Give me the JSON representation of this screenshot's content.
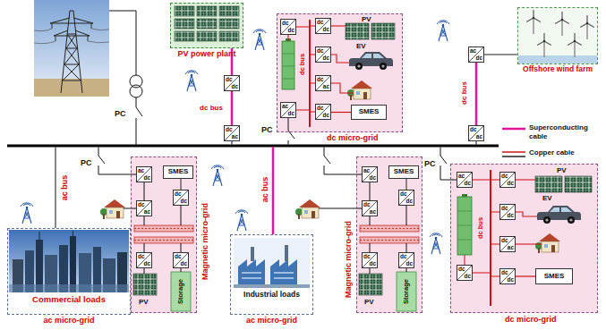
{
  "diagram": {
    "nodes": [
      {
        "text": [
          "PV power plant"
        ]
      },
      {
        "text": [
          "dc",
          "dc"
        ]
      },
      {
        "text": [
          "dc",
          "ac"
        ]
      },
      {
        "text": [
          "dc micro-grid"
        ]
      },
      {
        "text": [
          "dc",
          "dc"
        ],
        "in": 3
      },
      {
        "text": [
          "dc",
          "dc"
        ],
        "in": 3
      },
      {
        "text": [
          "dc",
          "dc"
        ],
        "in": 3
      },
      {
        "text": [
          "dc",
          "ac"
        ],
        "in": 3
      },
      {
        "text": [
          "ac",
          "dc"
        ],
        "in": 3
      },
      {
        "text": [
          "dc",
          "dc"
        ],
        "in": 3
      },
      {
        "text": [
          "SMES"
        ],
        "in": 3
      },
      {
        "text": [
          "Offshore wind farm"
        ]
      },
      {
        "text": [
          "ac",
          "dc"
        ]
      },
      {
        "text": [
          "dc",
          "ac"
        ]
      },
      {
        "text": [
          "Magnetic micro-grid"
        ]
      },
      {
        "text": [
          "ac",
          "dc"
        ],
        "in": 14
      },
      {
        "text": [
          "SMES"
        ],
        "in": 14
      },
      {
        "text": [
          "dc",
          "dc"
        ],
        "in": 14
      },
      {
        "text": [
          "dc",
          "ac"
        ],
        "in": 14
      },
      {
        "text": [
          "dc",
          "dc"
        ],
        "in": 14
      },
      {
        "text": [
          "dc",
          "dc"
        ],
        "in": 14
      },
      {
        "text": [
          "Magnetic micro-grid"
        ]
      },
      {
        "text": [
          "ac",
          "dc"
        ],
        "in": 21
      },
      {
        "text": [
          "SMES"
        ],
        "in": 21
      },
      {
        "text": [
          "dc",
          "dc"
        ],
        "in": 21
      },
      {
        "text": [
          "dc",
          "ac"
        ],
        "in": 21
      },
      {
        "text": [
          "dc",
          "dc"
        ],
        "in": 21
      },
      {
        "text": [
          "dc",
          "dc"
        ],
        "in": 21
      },
      {
        "text": [
          "dc micro-grid"
        ]
      },
      {
        "text": [
          "ac",
          "dc"
        ],
        "in": 28
      },
      {
        "text": [
          "dc",
          "dc"
        ],
        "in": 28
      },
      {
        "text": [
          "dc",
          "dc"
        ],
        "in": 28
      },
      {
        "text": [
          "dc",
          "ac"
        ],
        "in": 28
      },
      {
        "text": [
          "dc",
          "dc"
        ],
        "in": 28
      },
      {
        "text": [
          "dc",
          "dc"
        ],
        "in": 28
      },
      {
        "text": [
          "SMES"
        ],
        "in": 28
      },
      {
        "text": [
          "Commercial loads",
          "ac micro-grid"
        ]
      },
      {
        "text": [
          "Industrial loads",
          "ac micro-grid"
        ]
      }
    ],
    "edges": [
      {
        "from": 0,
        "to": 1,
        "arrow": "none"
      },
      {
        "from": 1,
        "to": 2,
        "label": "dc bus",
        "arrow": "none"
      },
      {
        "from": 9,
        "to": 10,
        "arrow": "none"
      },
      {
        "from": 11,
        "to": 12,
        "arrow": "none"
      },
      {
        "from": 12,
        "to": 13,
        "label": "dc bus",
        "arrow": "none"
      },
      {
        "from": 17,
        "to": 16,
        "arrow": "none"
      },
      {
        "from": 24,
        "to": 23,
        "arrow": "none"
      },
      {
        "from": 34,
        "to": 35,
        "arrow": "none"
      }
    ],
    "labels": [
      "PC",
      "PC",
      "PC",
      "PC",
      "ac bus",
      "ac bus",
      "dc bus",
      "dc bus",
      "PV",
      "EV",
      "PV",
      "EV",
      "PV",
      "Storage",
      "PV",
      "Storage"
    ],
    "legend": [
      {
        "text": "Superconducting cable"
      },
      {
        "text": "Copper cable"
      }
    ]
  }
}
